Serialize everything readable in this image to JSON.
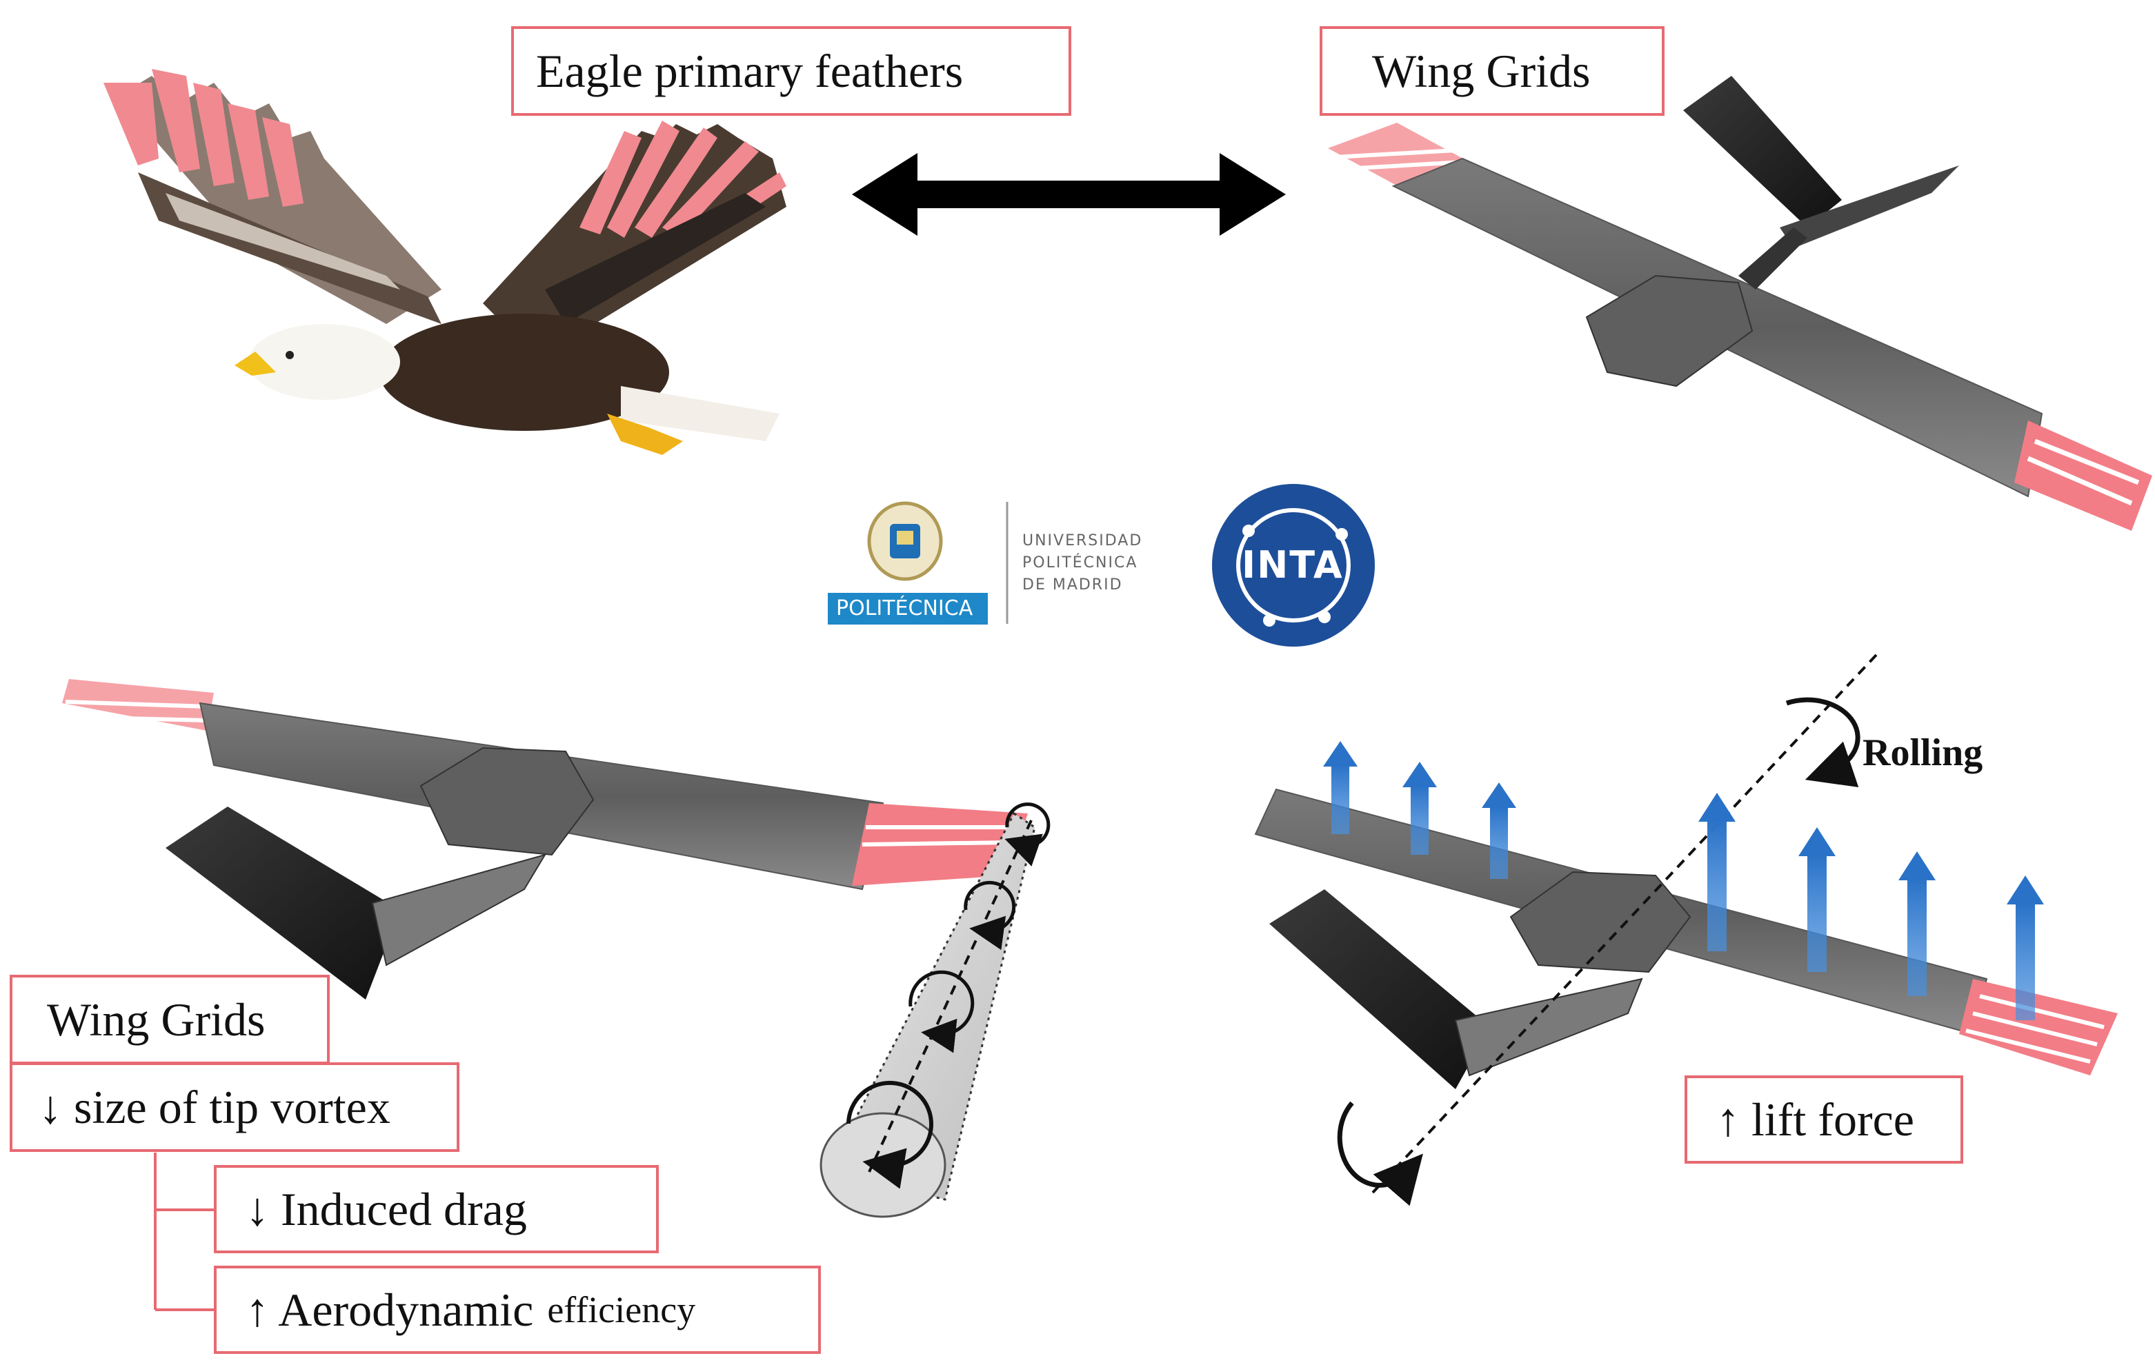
{
  "labels": {
    "eagle_feathers": "Eagle primary feathers",
    "wing_grids_top": "Wing Grids",
    "wing_grids_bottom": "Wing Grids",
    "tip_vortex": "↓ size of tip vortex",
    "induced_drag": "↓ Induced drag",
    "aero_efficiency_main": "↑ Aerodynamic",
    "aero_efficiency_tail": "efficiency",
    "lift_force": "↑ lift force",
    "rolling": "Rolling"
  },
  "logos": {
    "upm_badge": "POLITÉCNICA",
    "upm_line1": "UNIVERSIDAD",
    "upm_line2": "POLITÉCNICA",
    "upm_line3": "DE MADRID",
    "inta": "INTA"
  },
  "colors": {
    "box_border": "#e76a72",
    "wing_grid": "#f27d86",
    "fuselage": "#6e6e6e",
    "lift_arrow": "#2a72c7",
    "inta_blue": "#1d4e9a",
    "upm_blue": "#1e88c8"
  },
  "icons": [
    "double-arrow-icon",
    "eagle-illustration",
    "uav-illustration",
    "rotation-arrow-icon",
    "lift-arrow-icon"
  ]
}
